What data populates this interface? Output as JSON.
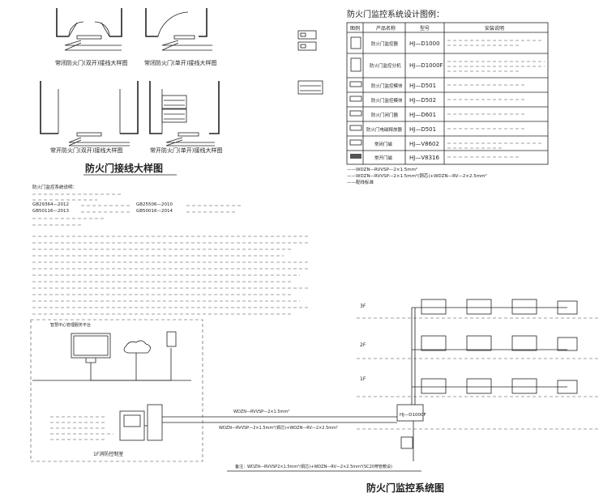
{
  "titles": {
    "main_detail": "防火门接线大样图",
    "legend": "防火门监控系统设计图例：",
    "system": "防火门监控系统图"
  },
  "door_details": [
    {
      "label": "常闭防火门(双开)接线大样图"
    },
    {
      "label": "常闭防火门(单开)接线大样图"
    },
    {
      "label": "常开防火门(双开)接线大样图"
    },
    {
      "label": "常开防火门(单开)接线大样图"
    }
  ],
  "legend_table": {
    "headers": [
      "图例",
      "产品名称",
      "型号",
      "安装说明"
    ],
    "rows": [
      {
        "name": "防火门监控器",
        "model": "HJ—D1000"
      },
      {
        "name": "防火门监控分机",
        "model": "HJ—D1000F"
      },
      {
        "name": "防火门监控模块",
        "model": "HJ—D501"
      },
      {
        "name": "防火门监控模块",
        "model": "HJ—D502"
      },
      {
        "name": "防火门闭门器",
        "model": "HJ—D601"
      },
      {
        "name": "防火门电磁释放器",
        "model": "HJ—D501"
      },
      {
        "name": "常闭门磁",
        "model": "HJ—V8602"
      },
      {
        "name": "常开门磁",
        "model": "HJ—V8316"
      }
    ],
    "notes": [
      "——WDZN—RVVSP—2×1.5mm²",
      "——WDZN—RVVSP—2×1.5mm²(铜芯)+WDZN—RV—2×2.5mm²",
      "——配线标准"
    ]
  },
  "system": {
    "floors": [
      "3F",
      "2F",
      "1F"
    ],
    "control_room": "1F消防控制室",
    "control_room_top": "智慧中心管理服务平台",
    "monitor": "HJ—D1000F",
    "cable_label_top": "WDZN—RVVSP—2×1.5mm²",
    "cable_label_bottom": "WDZN—RVVSP—2×1.5mm²(铜芯)+WDZN—RV—2×2.5mm²",
    "bottom_cable": "备注：WDZN—RVVSP2×1.5mm²(铜芯)+WDZN—RV—2×2.5mm²(SC20穿管敷设)"
  },
  "standards": [
    "GB29364—2012",
    "GB50116—2013",
    "GB25506—2010",
    "GB50016—2014"
  ],
  "notes_heading": "防火门监控系统说明："
}
